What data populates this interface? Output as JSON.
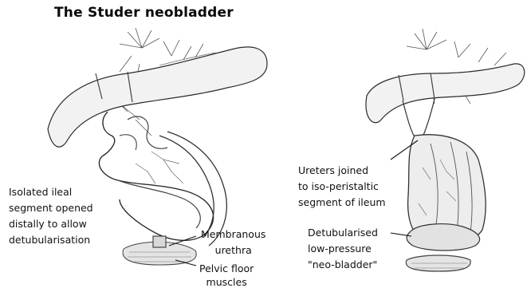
{
  "title": "The Studer neobladder",
  "labels": {
    "isolated_ileal": [
      "Isolated ileal",
      "segment opened",
      "distally to allow",
      "detubularisation"
    ],
    "membranous_urethra": [
      "Membranous",
      "urethra"
    ],
    "pelvic_floor": [
      "Pelvic floor",
      "muscles"
    ],
    "ureters_joined": [
      "Ureters joined",
      "to iso-peristaltic",
      "segment of ileum"
    ],
    "detubularised": [
      "Detubularised",
      "low-pressure",
      "\"neo-bladder\""
    ]
  }
}
